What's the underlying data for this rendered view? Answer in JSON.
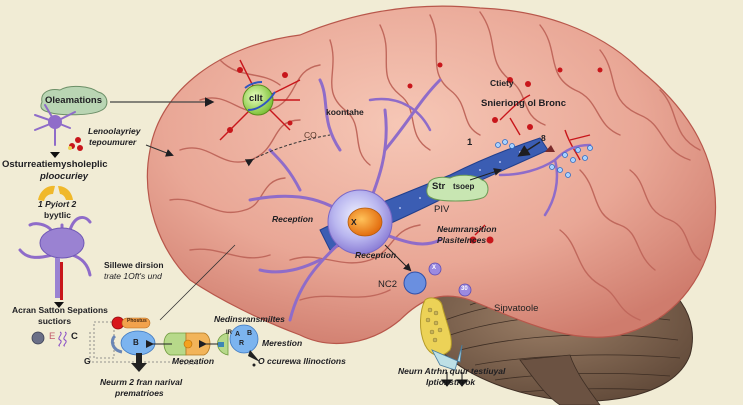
{
  "title": "Brain neurotransmission illustration",
  "labels": {
    "oleamations": "Oleamations",
    "lenoolayriey": [
      "Lenoolayriey",
      "tepoumurer"
    ],
    "osturreatiemys": [
      "Osturreatiemysholeplic",
      "ploocuriey"
    ],
    "pyiort": [
      "1 Pyiort 2",
      "byytlic"
    ],
    "sillewe": [
      "Sillewe dirsion",
      "trate 1Oft's und"
    ],
    "acran": [
      "Acran Satton Sepations",
      "suctiors"
    ],
    "legend_symbols": [
      "E",
      "C"
    ],
    "phosphus": "Phostus",
    "nedinsransmiltes": "Nedinsransmiltes",
    "merestion": "Merestion",
    "meoeation": "Meoeation",
    "ocurrewa": "O ccurewa llinoctions",
    "g_marker": "G",
    "nerm_bottom": [
      "Neurm 2 fran narival",
      "prematrioes"
    ],
    "clit": "cllt",
    "co": "CO",
    "koontahe": "koontahe",
    "ctiety": "Ctiety",
    "snieriong": "Snieriong ol Bronc",
    "number_1": "1",
    "number_8": "8",
    "str": "Str",
    "tsoep": "tsoep",
    "piv": "PIV",
    "neumransition": [
      "Neumransition",
      "Plasitelnces"
    ],
    "reception_left": "Reception",
    "reception_center": "Reception",
    "x_marker": "X",
    "nc2": "NC2",
    "sipvatoole": "Sipvatoole",
    "neurn_atrhn": [
      "Neurn Atrhn quur testiuyal",
      "Iptionstrook"
    ],
    "receptor_letters": {
      "b_left": "B",
      "ir": "IR",
      "a": "A",
      "b_right": "B",
      "r": "R"
    },
    "small_vesicles": [
      "X",
      "30"
    ]
  },
  "colors": {
    "background": "#f1ecd5",
    "cortex": "#e9a796",
    "cortex_shadow": "#c4695d",
    "cerebellum": "#7d6350",
    "neuron": "#8f6cc9",
    "blood": "#c8161b",
    "tract": "#3b5db3",
    "vesicle_yellow": "#ecd257",
    "soma_core": "#ef8a1f"
  }
}
